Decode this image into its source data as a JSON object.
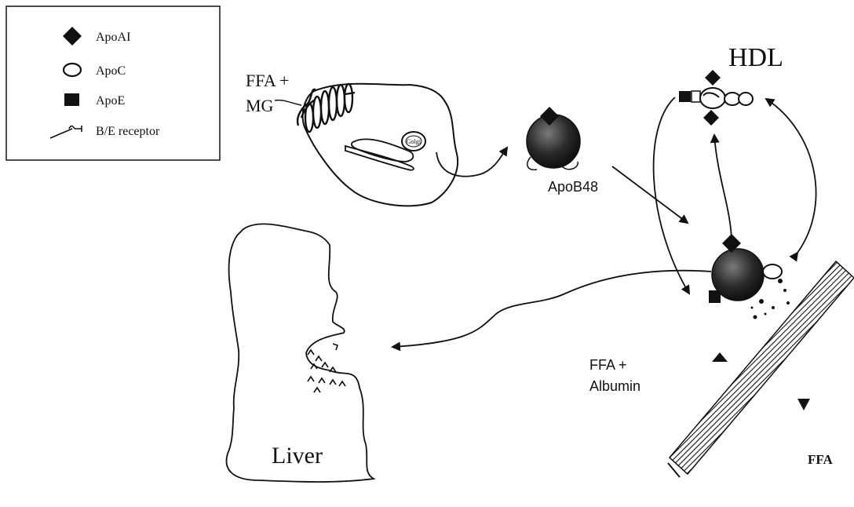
{
  "legend": {
    "items": [
      {
        "label": "ApoAI",
        "icon": "diamond-icon"
      },
      {
        "label": "ApoC",
        "icon": "circle-outline-icon"
      },
      {
        "label": "ApoE",
        "icon": "square-icon"
      },
      {
        "label": "B/E receptor",
        "icon": "receptor-icon"
      }
    ]
  },
  "labels": {
    "ffa_plus": "FFA +",
    "mg": "MG",
    "golgi": "Golgi",
    "apob48": "ApoB48",
    "hdl": "HDL",
    "ffa_plus_2": "FFA +",
    "albumin": "Albumin",
    "ffa": "FFA",
    "liver": "Liver"
  },
  "colors": {
    "ink": "#111111",
    "background": "#ffffff"
  }
}
